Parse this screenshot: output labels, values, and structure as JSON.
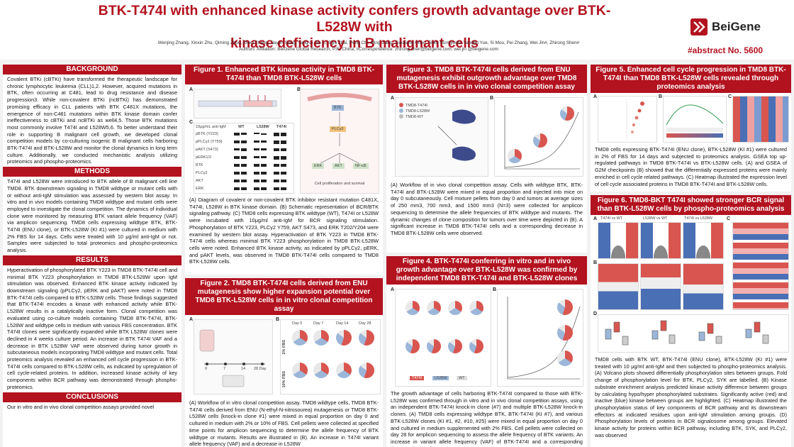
{
  "header": {
    "title_line1": "BTK-T474I with enhanced kinase activity confers growth advantage over BTK-L528W with",
    "title_line2": "kinase deficiency in B malignant cells",
    "authors": "Wenjing Zhang, Xinxin Zhu, Qiming Zhou, Ziwei Zhang, Jiayun Song, Yang Li, Bo Li, Sijia Zhai, Peng Chi, Ming Jiang, Xiaoliang Chen, Teiko Sumiyoshi, Yangbo Yue, Si Mou, Pei Zhang, Wei Jin#, Zhirong Shen#",
    "affiliation": "Authors' Affiliation: BeiGene Global Research, P.R. China; #Correspondence: zhirong.shen@beigene.com; wei.jin @beigene.com",
    "logo_text": "BeiGene",
    "abstract_no": "#abstract No. 5600"
  },
  "colors": {
    "brand": "#b3121f",
    "panel": "#ffffff",
    "background": "#f2f2f2"
  },
  "background": {
    "heading": "BACKGROUND",
    "text": "Covalent BTKi (cBTKi) have transformed the therapeutic landscape for chronic lymphocytic leukemia (CLL)1,2. However, acquired mutations in BTK, often occurring at C481, lead to drug resistance and disease progression3. While non-covalent BTKi (ncBTKi) has demonstrated promising efficacy in CLL patients with BTK C481X mutations, the emergence of non-C481 mutations within BTK kinase domain confer ineffectiveness to cBTKi and ncBTKi as well4,5. Those BTK mutations most commonly involve T474I and L528W5,6. To better understand their role in supporting B malignant cell growth, we developed clonal competition models by co-culturing isogenic B malignant cells harboring BTK-T474I and BTK-L528W and monitor the clonal dynamics in long term culture. Additionally, we conducted mechanistic analysis utilizing proteomics and phospho-proteomics."
  },
  "methods": {
    "heading": "METHODS",
    "text": "T474I and L528W were introduced to BTK allele of B malignant cell line TMD8. BTK downstream signaling in TMD8 wildtype or mutant cells with or without anti-IgM stimulation was assessed by western blot assay. In vitro and in vivo models containing TMD8 wildtype and mutant cells were employed to investigate the clonal competition. The dynamics of individual clone were monitored by measuring BTK variant allele frequency (VAF) via amplicon sequencing. TMD8 cells expressing wildtype BTK, BTK-T474I (ENU clone), or BTK-L528W (KI #1) were cultured in medium with 2% FBS for 14 days. Cells were treated with 10 μg/ml anti-IgM or not. Samples were subjected to total proteomics and phospho-proteomics analysis."
  },
  "results": {
    "heading": "RESULTS",
    "text": "Hyperactivation of phosphorylated BTK Y223 in TMD8 BTK-T474I cell and minimal BTK Y223 phosphorylation in TMD8 BTK-L528W upon IgM stimulation was observed. Enhanced BTK kinase activity indicated by downstream signaling (pPLCγ2, pERK and pAKT) were noted in TMD8 BTK-T474I cells compared to BTK-L528W cells. Those findings suggested that BTK-T474I encodes a kinase with enhanced activity while BTK-L528W results in a catalytically inactive form. Clonal competition was evaluated using co-culture models containing TMD8 BTK-T474I, BTK-L528W and wildtype cells in medium with various FBS concentration. BTK T474I clones were significantly expanded while BTK L528W clones were declined in 4 weeks culture period. An increase in BTK T474I VAF and a decrease in BTK L528W VAF were observed during tumor growth in subcutaneous models incorporating TMD8 wildtype and mutant cells. Total proteomics analysis revealed an enhanced cell cycle progression in BTK-T474I cells compared to BTK-L528W cells, as indicated by upregulation of cell cycle-related proteins. In addition, increased kinase activity of key components within BCR pathway was demonstrated through phospho-proteomics."
  },
  "conclusions": {
    "heading": "CONCLUSIONS",
    "text": "Our in vitro and in vivo clonal competition assays provided novel"
  },
  "fig1": {
    "heading": "Figure 1. Enhanced BTK kinase activity in TMD8 BTK-T474I than TMD8 BTK-L528W cells",
    "labels": [
      "A",
      "B",
      "C"
    ],
    "wb_header": [
      "10μg/mL anti-IgM",
      "WT",
      "L528W",
      "T474I"
    ],
    "wb_rows": [
      "pBTK (Y223)",
      "pPLCγ2 (Y759)",
      "pAKT (S473)",
      "pERK1/2",
      "BTK",
      "PLCγ2",
      "AKT",
      "ERK"
    ],
    "pathway_nodes": [
      "BTK",
      "PLCγ2",
      "ERK",
      "AKT",
      "NF-κB"
    ],
    "pathway_footer": "Cell proliferation and survival",
    "caption": "(A) Diagram of covalent or non-covalent BTK inhibitor resistant mutation C481X, T474I, L528W in BTK kinase domain. (B) Schematic representation of BCR/BTK signaling pathway. (C) TMD8 cells expressing BTK wildtype (WT), T474I or L528W were incubated with 10μg/ml anti-IgM for BCR signaling stimulation. Phosphorylation of BTK Y223, PLCγ2 Y759, AKT S473, and ERK T202/Y204 were examined by western blot assay. Hyperactivation of BTK Y223 in TMD8 BTK-T474I cells whereas minimal BTK Y223 phosphorylation in TMD8 BTK-L528W cells were noted. Enhanced BTK kinase activity, as indicated by pPLCγ2, pERK, and pAKT levels, was observed in TMD8 BTK-T474I cells compared to TMD8 BTK-L528W cells."
  },
  "fig2": {
    "heading": "Figure 2. TMD8 BTK-T474I cells derived from ENU mutagenesis show higher expansion potential over TMD8 BTK-L528W cells in in vitro clonal competition assay",
    "labels": [
      "A",
      "B"
    ],
    "days": [
      "Day 0",
      "Day 7",
      "Day 14",
      "Day 28"
    ],
    "timeline": [
      "0",
      "7",
      "14",
      "28 Day"
    ],
    "fbs": [
      "2% FBS",
      "10% FBS"
    ],
    "caption": "(A) Workflow of in vitro clonal competition assay. TMD8 wildtype cells, TMD8 BTK-T474I cells derived from ENU (N-ethyl-N-nitrosourea) mutagenesis or TMD8 BTK-L528W cells (knock-in clone #1) were mixed in equal proportion on day 0 and cultured in medium with 2% or 10% of FBS. Cell pellets were collected at specified time points for amplicon sequencing to determine the allele frequency of BTK wildtype or mutants. Results are illustrated in (B). An increase in T474I variant allele frequency (VAF) and a decrease in L528W"
  },
  "fig3": {
    "heading": "Figure 3. TMD8 BTK-T474I cells derived from ENU mutagenesis exhibit outgrowth advantage over TMD8 BTK-L528W cells in in vivo clonal competition assay",
    "labels": [
      "A",
      "B"
    ],
    "legend": [
      "TMD8-T474I",
      "TMD8-L528W",
      "TMD8-WT"
    ],
    "caption": "(A) Workflow of in vivo clonal competition assay. Cells with wildtype BTK, BTK-T474I and BTK-L528W were mixed in equal proportion and injected into mice on day 0 subcutaneously. Cell mixture pellets from day 0 and tumors at average sizes of 250 mm3, 700 mm3, and 1500 mm3 (N=3) were collected for amplicon sequencing to determine the allele frequencies of BTK wildtype and mutants. The dynamic changes of clone composition for tumors over time were depicted in (B). A significant increase in TMD8 BTK-T474I cells and a corresponding decrease in TMD8 BTK-L528W cells were observed."
  },
  "fig4": {
    "heading": "Figure 4. BTK-T474I conferring in vitro and in vivo growth advantage over BTK-L528W was confirmed by independent TMD8 BTK-T474I and BTK-L528W clones",
    "labels": [
      "A",
      "B"
    ],
    "legend": [
      "T474I",
      "L528W",
      "WT"
    ],
    "caption": "The growth advantage of cells harboring BTK-T474I compared to those with BTK-L528W was confirmed through in vitro and in vivo clonal competition assays, using an independent BTK-T474I knock-in clone (#7) and multiple BTK-L528W knock-in clones. (A) TMD8 cells expressing wildtype BTK, BTK-T474I (KI #7), and various BTK-L528W clones (KI #1, #2, #10, #25) were mixed in equal proportion on day 0 and cultured in medium supplemented with 2% FBS. Cell pellets were collected on day 28 for amplicon sequencing to assess the allele frequency of BTK variants. An increase in variant allele frequency (VAF) of BTK-T474I and a corresponding decrease in VAF for"
  },
  "fig5": {
    "heading": "Figure 5. Enhanced cell cycle progression in TMD8 BTK-T474I than TMD8 BTK-L528W cells revealed through proteomics analysis",
    "labels": [
      "A",
      "B",
      "C"
    ],
    "caption": "TMD8 cells expressing BTK-T474I (ENU clone), BTK-L528W (KI #1) were cultured in 2% of FBS for 14 days and subjected to proteomics analysis. GSEA top up-regulated pathways in TMD8 BTK-T474I vs BTK-L528W cells. (A) and GSEA of G2M checkpoints (B) showed that the differentially expressed proteins were mainly enriched in cell cycle related pathways. (C) Heatmap illustrated the expression level of cell cycle associated proteins in TMD8 BTK-T474I and BTK-L528W cells."
  },
  "fig6": {
    "heading": "Figure 6. TMD8-BKT T474I showed stronger BCR signal than BTK-L528W cells by phospho-proteomics analysis",
    "labels": [
      "A",
      "B",
      "C",
      "D"
    ],
    "volcano_titles": [
      "T474I vs WT",
      "L528W vs WT",
      "T474I vs L528W"
    ],
    "caption": "TMD8 cells with BTK WT, BTK-T474I (ENU clone), BTK-L528W (KI #1) were treated with 10 μg/ml anti-IgM and then subjected to phospho-proteomics analysis. (A) Volcano plots showed differentially phosphorylation sites between groups. Fold change of phosphorylation level for BTK, PLCγ2, SYK are labelled. (B) Kinase substrate enrichment analysis predicted kinase activity difference between groups by calculating hypo/hyper phosphorylated substrates. Significantly active (red) and inactive (blue) kinase between groups are highlighted. (C) Heatmap illustrated the phosphorylation status of key components of BCR pathway and its downstream effectors at indicated residues upon anti-IgM stimulation among groups. (D) Phosphorylation levels of proteins in BCR signalosome among groups. Elevated kinase activity for proteins within BCR pathway, including BTK, SYK, and PLCγ2, was observed"
  }
}
